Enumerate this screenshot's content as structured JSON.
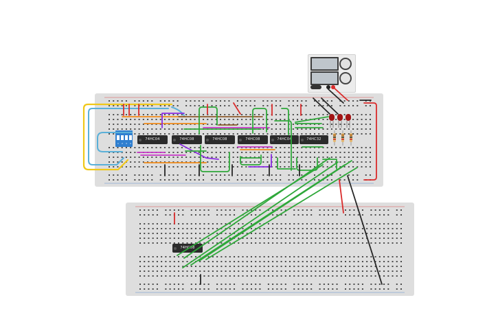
{
  "chips": [
    {
      "label": "74HC04"
    },
    {
      "label": "74HC08"
    },
    {
      "label": "74HC08"
    },
    {
      "label": "74HC08"
    },
    {
      "label": "74HC04"
    },
    {
      "label": "74HC32"
    },
    {
      "label": "74HC08"
    }
  ],
  "dip_switch": {
    "header": "ON",
    "numbers": [
      "1",
      "2",
      "3",
      "4"
    ]
  },
  "colors": {
    "breadboard": "#dedede",
    "hole": "#4a4a4a",
    "rail_red": "#e05050",
    "rail_blue": "#6090d0",
    "wire_green": "#2fa83a",
    "wire_yellow": "#f0c818",
    "wire_lightblue": "#5ab0d8",
    "wire_red": "#d92b2b",
    "wire_black": "#262626",
    "wire_orange": "#f08a18",
    "wire_purple": "#8a2be2",
    "wire_magenta": "#c838c8",
    "wire_brown": "#8b5a2b",
    "led": "#a11414",
    "dip_blue": "#2f7fd0",
    "chip_body": "#2b2b2b"
  },
  "icons": {
    "led": "led-icon",
    "resistor": "resistor-icon",
    "power_supply": "power-supply-icon",
    "dip_switch": "dip-switch-icon"
  }
}
